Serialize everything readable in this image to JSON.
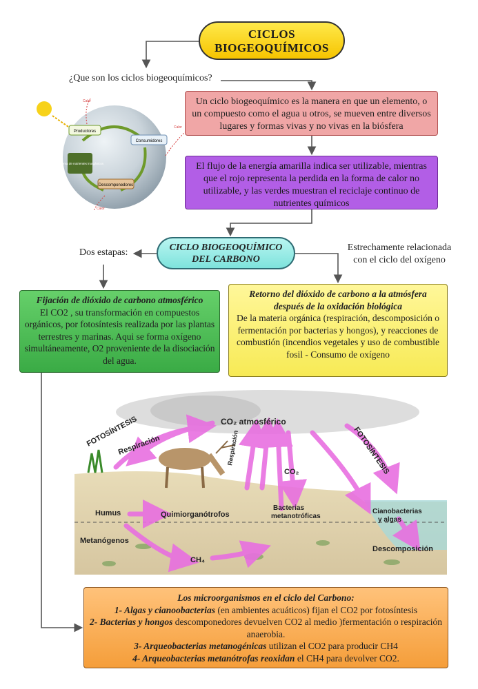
{
  "title": [
    "CICLOS",
    "BIOGEOQUÍMICOS"
  ],
  "question": "¿Que son los ciclos biogeoquímicos?",
  "definition": "Un ciclo biogeoquímico es la manera en que un elemento, o un compuesto como el agua u otros, se mueven entre diversos lugares y formas vivas y no vivas en la biósfera",
  "energy_text": "El flujo de la energía  amarilla indica ser utilizable, mientras que el rojo representa la perdida en la forma de calor no utilizable, y las verdes muestran el reciclaje continuo de nutrientes químicos",
  "globe": {
    "labels": {
      "producers": "Productores",
      "consumers": "Consumidores",
      "reserves": "Reserva de nutrientes inorgánicos",
      "decomposers": "Descomponedores",
      "heat": "Calor"
    }
  },
  "carbon_cycle": [
    "CICLO BIOGEOQUÍMICO",
    "DEL CARBONO"
  ],
  "two_stages": "Dos estapas:",
  "oxygen_relation": [
    "Estrechamente relacionada",
    "con el ciclo del oxígeno"
  ],
  "fixation": {
    "title": "Fijación de dióxido de carbono atmosférico",
    "body": "El CO2 , su transformación en compuestos orgánicos, por fotosíntesis realizada por las plantas terrestres y marinas. Aqui se forma oxígeno simultáneamente, O2 proveniente de la disociación del agua."
  },
  "return": {
    "title": "Retorno del dióxido de carbono a la atmósfera después de la oxidación biológica",
    "body": "De la materia orgánica (respiración, descomposición o fermentación por bacterias y hongos), y reacciones de combustión (incendios vegetales y uso de combustible fosil - Consumo de oxígeno"
  },
  "illustration": {
    "photosynthesis_left": "FOTOSÍNTESIS",
    "respiration_left": "Respiración",
    "co2_atm": "CO₂ atmosférico",
    "respiration_mid": "Respiración",
    "photosynthesis_right": "FOTOSÍNTESIS",
    "co2": "CO₂",
    "humus": "Humus",
    "quimio": "Quimiorganótrofos",
    "bacterias": [
      "Bacterias",
      "metanotróficas"
    ],
    "ciano": [
      "Cianobacterias",
      "y algas"
    ],
    "metanogenos": "Metanógenos",
    "ch4": "CH₄",
    "descomposicion": "Descomposición"
  },
  "micro": {
    "title": "Los microorganismos en el ciclo del Carbono:",
    "items": [
      {
        "bold": "1- Algas y cianoobacterias",
        "rest": " (en ambientes acuáticos) fijan el CO2 por fotosíntesis"
      },
      {
        "bold": "2- Bacterias y hongos",
        "rest": " descomponedores devuelven CO2 al medio )fermentación o respiración anaerobia."
      },
      {
        "bold": "3- Arqueobacterias metanogénicas",
        "rest": " utilizan el CO2 para producir CH4"
      },
      {
        "bold": "4- Arqueobacterias metanótrofas reoxidan",
        "rest": " el CH4 para devolver CO2."
      }
    ]
  },
  "colors": {
    "title": "#f6c400",
    "definition": "#f0a6a6",
    "energy": "#b25ee6",
    "carbon": "#7ee3dc",
    "fixation": "#3aab45",
    "return": "#f7ea55",
    "micro": "#f59e3a",
    "arrow_pink": "#e86fe0"
  }
}
